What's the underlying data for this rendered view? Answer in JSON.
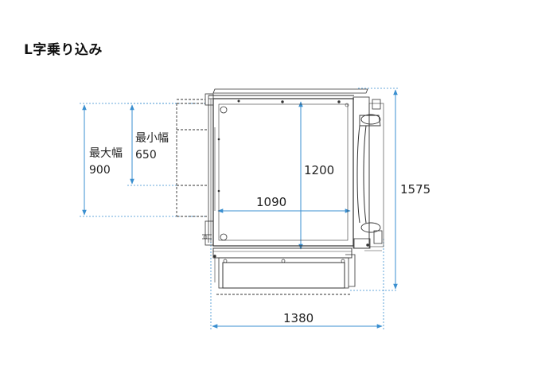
{
  "title": "L字乗り込み",
  "dimensions": {
    "max_width_label": "最大幅",
    "max_width_value": "900",
    "min_width_label": "最小幅",
    "min_width_value": "650",
    "depth_inner": "1200",
    "width_inner": "1090",
    "total_depth": "1575",
    "total_width": "1380"
  },
  "colors": {
    "dimension_line": "#3a8fd0",
    "outline": "#333333",
    "text": "#222222"
  }
}
